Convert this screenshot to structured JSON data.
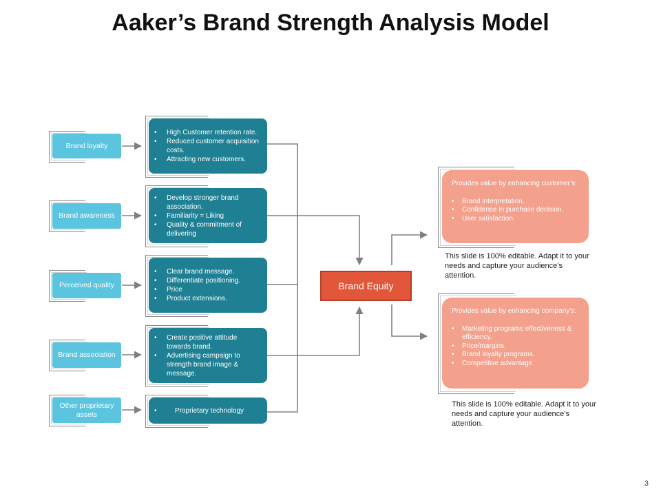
{
  "title": "Aaker’s Brand Strength Analysis Model",
  "labels": [
    "Brand loyalty",
    "Brand awareness",
    "Perceived quality",
    "Brand association",
    "Other proprietary assets"
  ],
  "details": [
    [
      "High Customer retention rate.",
      "Reduced customer acquisition costs.",
      "Attracting new customers."
    ],
    [
      "Develop stronger brand association.",
      "Familiarity = Liking",
      "Quality & commitment  of delivering"
    ],
    [
      "Clear brand message.",
      "Differentiate positioning.",
      "Price",
      "Product extensions."
    ],
    [
      "Create positive attitude towards brand.",
      "Advertising campaign to strength brand image & message."
    ],
    [
      "Proprietary technology"
    ]
  ],
  "center": "Brand Equity",
  "customer_box": {
    "intro": "Provides value by enhancing customer’s:",
    "items": [
      "Brand interpretation.",
      "Confidence in purchase decision.",
      "User satisfaction."
    ]
  },
  "company_box": {
    "intro": "Provides value by enhancing company’s:",
    "items": [
      "Marketing programs effectiveness & efficiency.",
      "Price/margins.",
      "Brand loyalty programs.",
      "Competitive advantage"
    ]
  },
  "note_1": "This slide is 100% editable. Adapt it to your needs and capture your audience’s attention.",
  "note_2": "This slide is 100% editable. Adapt it to your needs and capture your audience’s attention.",
  "page_number": "3",
  "colors": {
    "label": "#5bc5df",
    "detail": "#1f7f93",
    "equity": "#e2573a",
    "value": "#f3a08c",
    "connector": "#808080"
  }
}
